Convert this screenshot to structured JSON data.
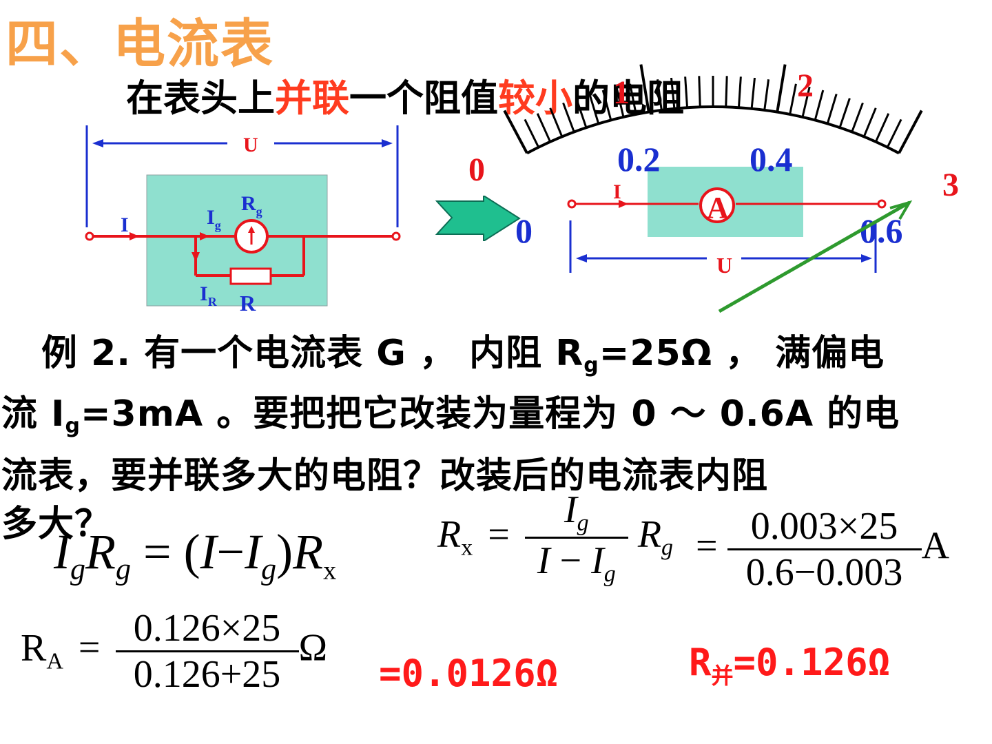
{
  "title": "四、电流表",
  "subtitle": {
    "p1": "在表头上",
    "p2": "并联",
    "p3": "一个阻值",
    "p4": "较小",
    "p5": "的电阻"
  },
  "circuit": {
    "u_label": "U",
    "i_label": "I",
    "ig_main": "I",
    "ig_sub": "g",
    "rg_main": "R",
    "rg_sub": "g",
    "ir_main": "I",
    "ir_sub": "R",
    "r_label": "R"
  },
  "meter": {
    "outer_labels": [
      "0",
      "1",
      "2",
      "3"
    ],
    "inner_labels": [
      "0",
      "0.2",
      "0.4",
      "0.6"
    ],
    "ammeter": "A",
    "i_label": "I",
    "u_label": "U"
  },
  "problem": {
    "line1_a": "例 2. 有一个电流表 G ， 内阻 R",
    "line1_sub": "g",
    "line1_b": "=25Ω ， 满偏电",
    "line2_a": "流 I",
    "line2_sub": "g",
    "line2_b": "=3mA 。要把把它改装为量程为 0 ～ 0.6A 的电",
    "line3": "流表，要并联多大的电阻？改装后的电流表内阻",
    "line4": "多大？"
  },
  "equations": {
    "eq1": {
      "lhs_I": "I",
      "lhs_Isub": "g",
      "lhs_R": "R",
      "lhs_Rsub": "g",
      "eq": "=",
      "lp": "(",
      "I": "I",
      "minus": "−",
      "Ig": "I",
      "Igsub": "g",
      "rp": ")",
      "R": "R",
      "Rsub": "x"
    },
    "eq2": {
      "R": "R",
      "Rsub": "x",
      "eq": "=",
      "num": "I",
      "numsub": "g",
      "den_I": "I",
      "den_minus": " − ",
      "den_Ig": "I",
      "den_sub": "g",
      "Rg": "R",
      "Rgsub": "g"
    },
    "eq3": {
      "eq": "=",
      "num": "0.003×25",
      "den": "0.6−0.003",
      "unit": "A"
    },
    "eq4": {
      "R": "R",
      "Rsub": "A",
      "eq": "=",
      "num": "0.126×25",
      "den": "0.126+25",
      "unit": "Ω"
    }
  },
  "answers": {
    "ra": "=0.0126Ω",
    "r_parallel_main": "R",
    "r_parallel_sub": "并",
    "r_parallel_val": "=0.126Ω"
  },
  "colors": {
    "title": "#f7a14a",
    "highlight": "#ff3b1f",
    "teal": "#8fe0cf",
    "wire": "#e8141b",
    "blue": "#1a2fd0",
    "arrow": "#1fbf8f",
    "green_line": "#2e9a2e"
  }
}
